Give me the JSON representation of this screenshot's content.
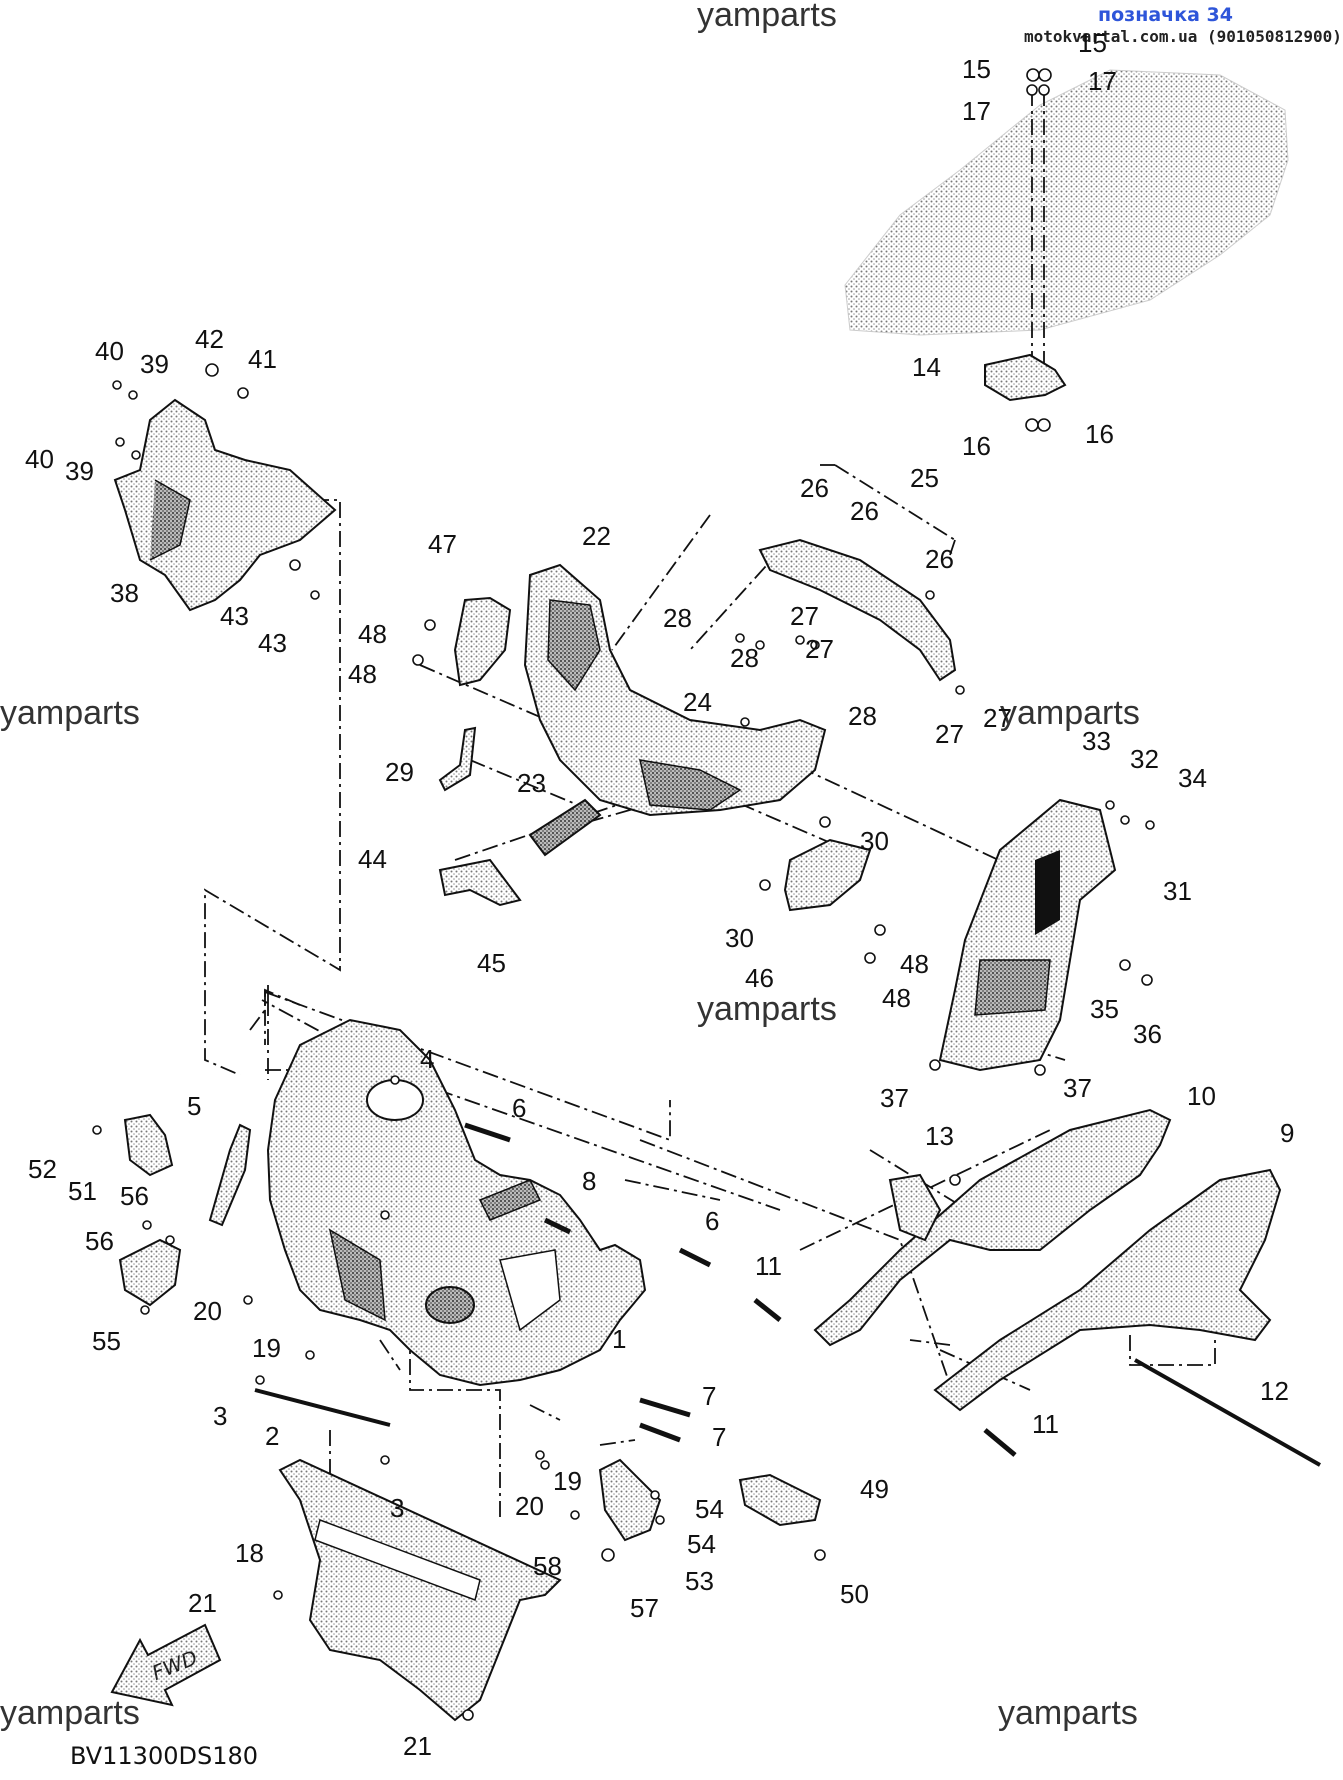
{
  "header": {
    "title": "позначка 34",
    "site": "motokvartal.com.ua (901050812900)"
  },
  "watermarks": [
    "yamparts",
    "yamparts",
    "yamparts",
    "yamparts",
    "yamparts",
    "yamparts"
  ],
  "diagram_code": "BV11300DS180",
  "fwd_label": "FWD",
  "callouts": {
    "c1": "1",
    "c2": "2",
    "c3a": "3",
    "c3b": "3",
    "c4": "4",
    "c5": "5",
    "c6a": "6",
    "c6b": "6",
    "c7a": "7",
    "c7b": "7",
    "c8": "8",
    "c9": "9",
    "c10": "10",
    "c11a": "11",
    "c11b": "11",
    "c12": "12",
    "c13": "13",
    "c14": "14",
    "c15a": "15",
    "c15b": "15",
    "c16a": "16",
    "c16b": "16",
    "c17a": "17",
    "c17b": "17",
    "c18": "18",
    "c19a": "19",
    "c19b": "19",
    "c20a": "20",
    "c20b": "20",
    "c21a": "21",
    "c21b": "21",
    "c22": "22",
    "c23": "23",
    "c24": "24",
    "c25": "25",
    "c26a": "26",
    "c26b": "26",
    "c26c": "26",
    "c27a": "27",
    "c27b": "27",
    "c27c": "27",
    "c27d": "27",
    "c28a": "28",
    "c28b": "28",
    "c28c": "28",
    "c29": "29",
    "c30a": "30",
    "c30b": "30",
    "c31": "31",
    "c32": "32",
    "c33": "33",
    "c34": "34",
    "c35": "35",
    "c36": "36",
    "c37a": "37",
    "c37b": "37",
    "c38": "38",
    "c39a": "39",
    "c39b": "39",
    "c40a": "40",
    "c40b": "40",
    "c41": "41",
    "c42": "42",
    "c43a": "43",
    "c43b": "43",
    "c44": "44",
    "c45": "45",
    "c46": "46",
    "c47": "47",
    "c48a": "48",
    "c48b": "48",
    "c48c": "48",
    "c48d": "48",
    "c49": "49",
    "c50": "50",
    "c51": "51",
    "c52": "52",
    "c53": "53",
    "c54a": "54",
    "c54b": "54",
    "c55": "55",
    "c56a": "56",
    "c56b": "56",
    "c57": "57",
    "c58": "58"
  }
}
